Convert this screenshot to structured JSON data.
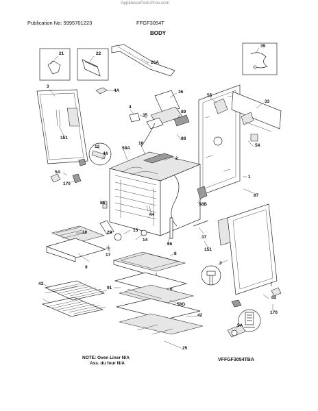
{
  "header": {
    "watermark": "AppliancePartsPros.com",
    "publication": "Publication No: 5995701223",
    "model": "FFGF3054T",
    "title": "BODY"
  },
  "footer": {
    "note_line1": "NOTE: Oven Liner N/A",
    "note_line2": "Ass. du four N/A",
    "diagram_code": "VFFGF3054TBA"
  },
  "callouts": [
    "21",
    "22",
    "26A",
    "39",
    "3",
    "4A",
    "36",
    "55",
    "33",
    "4",
    "89",
    "35",
    "88",
    "151",
    "54",
    "12",
    "58A",
    "18",
    "44",
    "2",
    "5A",
    "170",
    "1",
    "87",
    "58B",
    "86",
    "44",
    "37",
    "29",
    "10",
    "15",
    "14",
    "17",
    "86",
    "151",
    "9",
    "3",
    "8",
    "43",
    "6",
    "91",
    "82",
    "58G",
    "42",
    "170",
    "5A",
    "25"
  ]
}
